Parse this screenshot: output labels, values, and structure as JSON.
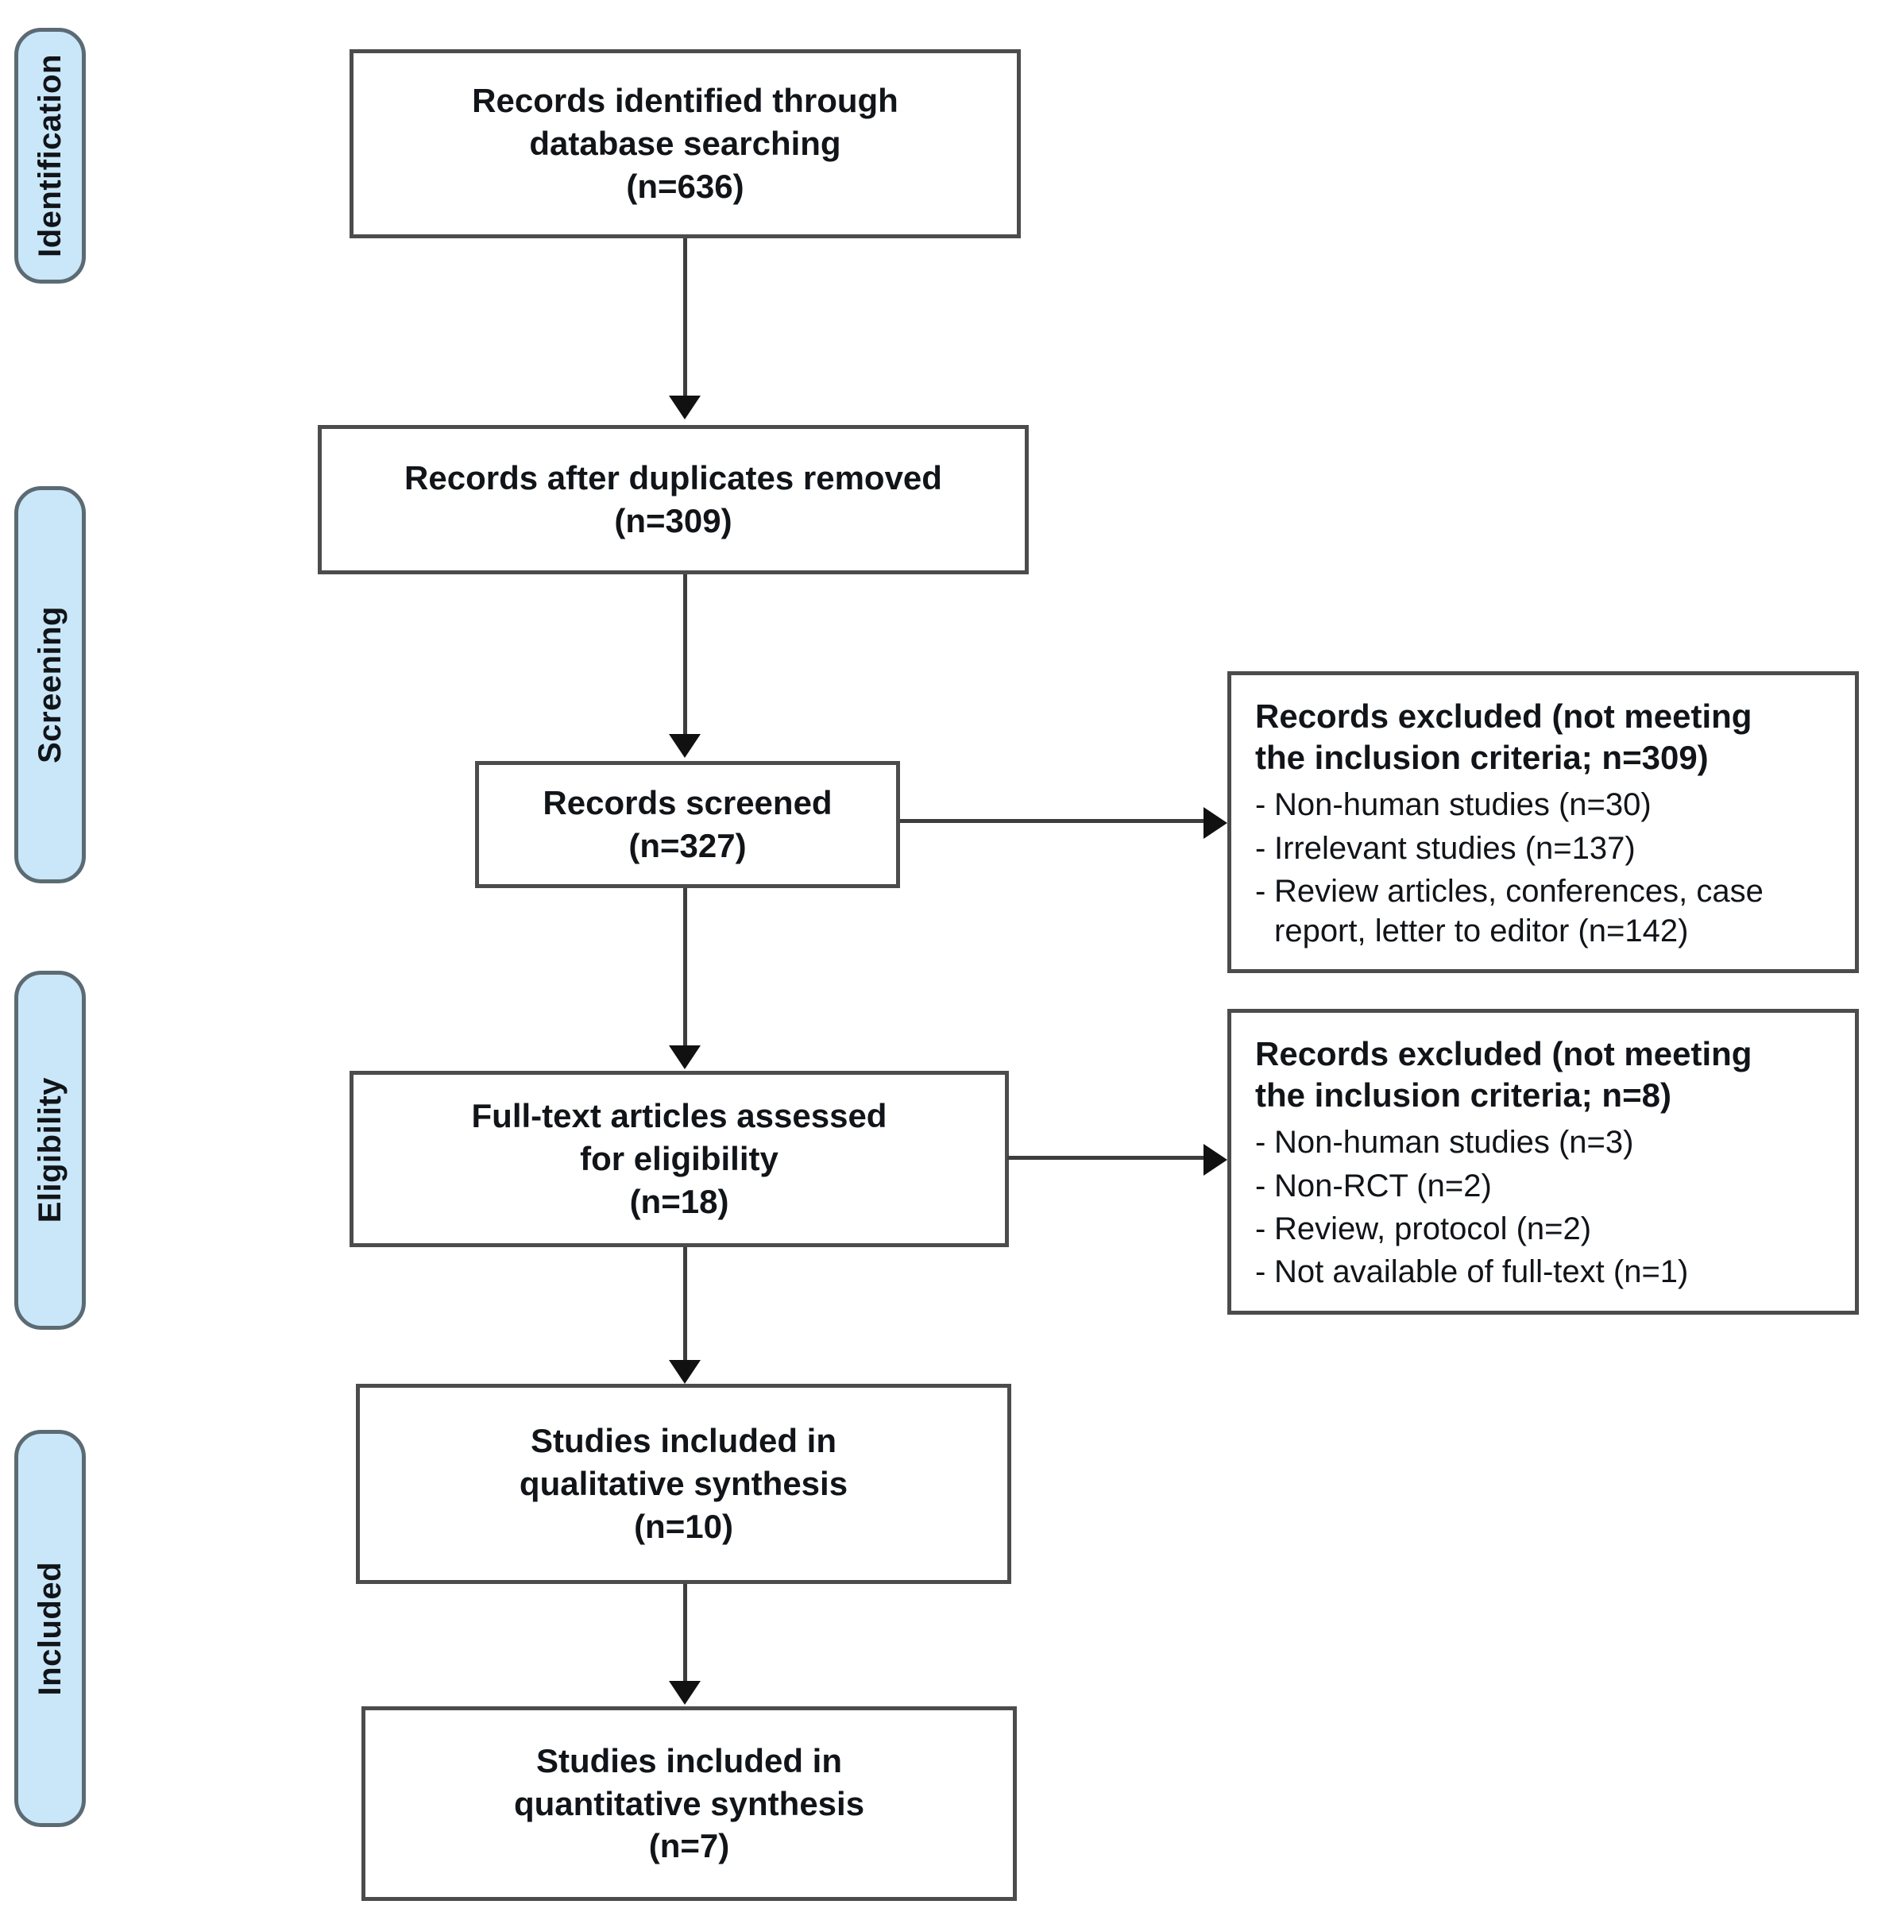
{
  "diagram": {
    "type": "prisma-flow-diagram",
    "colors": {
      "stage_tab_fill": "#c9e7f8",
      "stage_tab_border": "#5c6b73",
      "box_border": "#4c4c4c",
      "box_fill": "#ffffff",
      "connector": "#3d3d3d",
      "text": "#111418"
    }
  },
  "stages": [
    {
      "label": "Identification"
    },
    {
      "label": "Screening"
    },
    {
      "label": "Eligibility"
    },
    {
      "label": "Included"
    }
  ],
  "flow_boxes": [
    {
      "id": "records-identified",
      "text": "Records  identified through\ndatabase searching\n(n=636)",
      "count": 636
    },
    {
      "id": "records-after-duplicates",
      "text": "Records  after duplicates removed\n(n=309)",
      "count": 309
    },
    {
      "id": "records-screened",
      "text": "Records screened\n(n=327)",
      "count": 327
    },
    {
      "id": "full-text-assessed",
      "text": "Full-text articles assessed\nfor eligibility\n(n=18)",
      "count": 18
    },
    {
      "id": "qualitative-synthesis",
      "text": "Studies included in\nqualitative synthesis\n(n=10)",
      "count": 10
    },
    {
      "id": "quantitative-synthesis",
      "text": "Studies included in\nquantitative synthesis\n(n=7)",
      "count": 7
    }
  ],
  "exclusion_boxes": [
    {
      "id": "screening-exclusions",
      "title": "Records  excluded (not meeting\nthe inclusion criteria; n=309)",
      "total": 309,
      "bullet": "-",
      "items": [
        {
          "text": "Non-human  studies (n=30)",
          "count": 30
        },
        {
          "text": "Irrelevant  studies (n=137)",
          "count": 137
        },
        {
          "text": "Review  articles, conferences, case\nreport, letter to editor (n=142)",
          "count": 142
        }
      ]
    },
    {
      "id": "eligibility-exclusions",
      "title": "Records  excluded (not meeting\nthe inclusion criteria; n=8)",
      "total": 8,
      "bullet": "-",
      "items": [
        {
          "text": "Non-human  studies (n=3)",
          "count": 3
        },
        {
          "text": "Non-RCT  (n=2)",
          "count": 2
        },
        {
          "text": "Review,  protocol (n=2)",
          "count": 2
        },
        {
          "text": "Not available  of full-text (n=1)",
          "count": 1
        }
      ]
    }
  ]
}
